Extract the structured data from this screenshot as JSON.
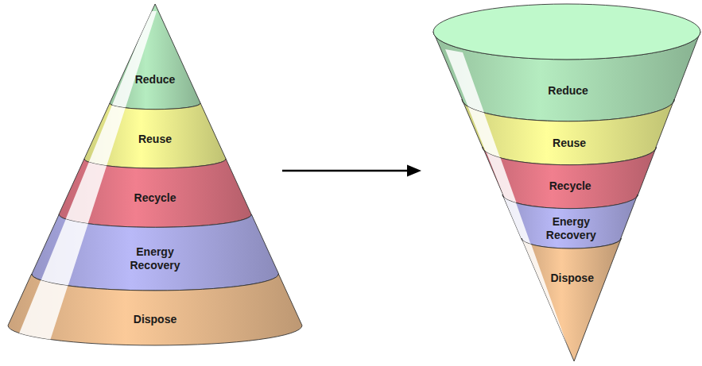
{
  "diagram": {
    "nodes": [
      {
        "text": [
          "Reduce"
        ]
      },
      {
        "text": [
          "Reuse"
        ]
      },
      {
        "text": [
          "Recycle"
        ]
      },
      {
        "text": [
          "Energy Recovery"
        ]
      },
      {
        "text": [
          "Dispose"
        ]
      },
      {
        "text": [
          "Reduce"
        ]
      },
      {
        "text": [
          "Reuse"
        ]
      },
      {
        "text": [
          "Recycle"
        ]
      },
      {
        "text": [
          "Energy Recovery"
        ]
      },
      {
        "text": [
          "Dispose"
        ]
      }
    ]
  }
}
